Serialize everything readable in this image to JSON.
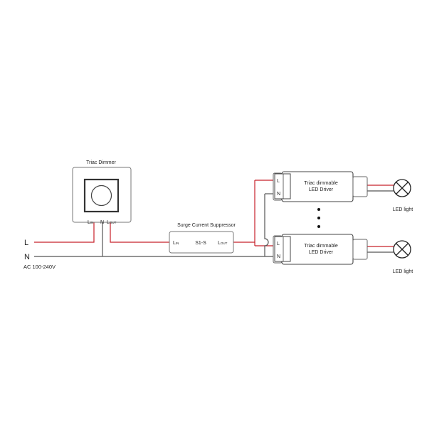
{
  "dimmer": {
    "title": "Triac Dimmer",
    "term_lin": "L",
    "term_lin_sub": "IN",
    "term_n": "N",
    "term_lout": "L",
    "term_lout_sub": "OUT"
  },
  "suppressor": {
    "title": "Surge Current Suppressor",
    "term_lin": "L",
    "term_lin_sub": "IN",
    "model": "S1-S",
    "term_lout": "L",
    "term_lout_sub": "OUT"
  },
  "mains": {
    "line_label": "L",
    "neutral_label": "N",
    "voltage": "AC 100-240V"
  },
  "drivers": [
    {
      "term_l": "L",
      "term_n": "N",
      "line1": "Triac dimmable",
      "line2": "LED Driver",
      "lamp_label": "LED light"
    },
    {
      "term_l": "L",
      "term_n": "N",
      "line1": "Triac dimmable",
      "line2": "LED Driver",
      "lamp_label": "LED light"
    }
  ],
  "colors": {
    "live_wire": "#c8202a",
    "neutral_wire": "#555555"
  }
}
